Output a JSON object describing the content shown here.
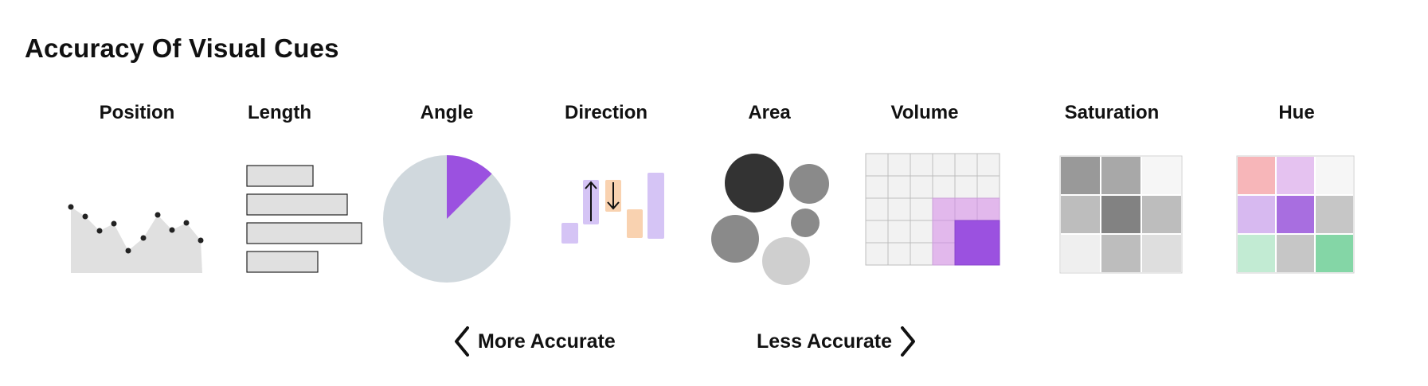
{
  "title": "Accuracy Of Visual Cues",
  "cues": [
    {
      "label": "Position"
    },
    {
      "label": "Length"
    },
    {
      "label": "Angle"
    },
    {
      "label": "Direction"
    },
    {
      "label": "Area"
    },
    {
      "label": "Volume"
    },
    {
      "label": "Saturation"
    },
    {
      "label": "Hue"
    }
  ],
  "navigation": {
    "more_accurate": "More Accurate",
    "less_accurate": "Less Accurate"
  },
  "icons": {
    "more": "chevron-left-icon",
    "less": "chevron-right-icon"
  },
  "colors": {
    "purple": "#9b51e0",
    "light_purple": "#d5c4f5",
    "pale_purple": "#e2b8ec",
    "peach": "#f9d2b0",
    "pink": "#f7b6b9",
    "mint": "#c2ebd3",
    "green": "#84d6a6",
    "pie_gray": "#d0d8dd",
    "dark_circle": "#333333",
    "mid_circle": "#8a8a8a",
    "light_circle": "#cfcfcf"
  }
}
